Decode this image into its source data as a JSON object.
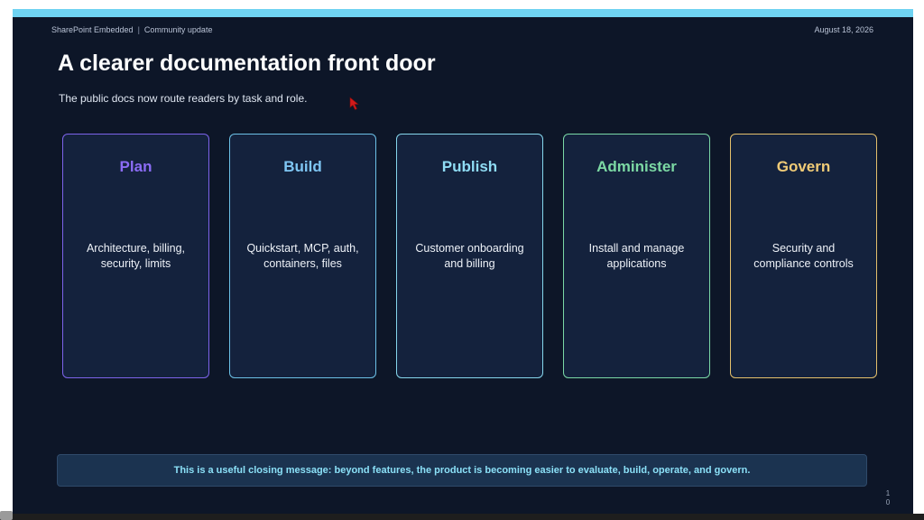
{
  "header": {
    "product": "SharePoint Embedded",
    "separator": "|",
    "section": "Community update",
    "date": "August 18, 2026"
  },
  "slide": {
    "title": "A clearer documentation front door",
    "subtitle": "The public docs now route readers by task and role."
  },
  "cards": [
    {
      "title": "Plan",
      "body": "Architecture, billing, security, limits",
      "color": "#8b6cf5",
      "border": "#7c63ea"
    },
    {
      "title": "Build",
      "body": "Quickstart, MCP, auth, containers, files",
      "color": "#7fc6f4",
      "border": "#6cc0e6"
    },
    {
      "title": "Publish",
      "body": "Customer onboarding and billing",
      "color": "#8fdcf4",
      "border": "#86d6ec"
    },
    {
      "title": "Administer",
      "body": "Install and manage applications",
      "color": "#7cd9a4",
      "border": "#7ad8a6"
    },
    {
      "title": "Govern",
      "body": "Security and compliance controls",
      "color": "#f0cb77",
      "border": "#e4c06c"
    }
  ],
  "closing": {
    "message": "This is a useful closing message: beyond features, the product is becoming easier to evaluate, build, operate, and govern."
  },
  "page_number": {
    "digit1": "1",
    "digit2": "0"
  },
  "colors": {
    "slide_background": "#0d1628",
    "accent_bar": "#6fd3f2",
    "closing_text": "#8be0f7"
  }
}
